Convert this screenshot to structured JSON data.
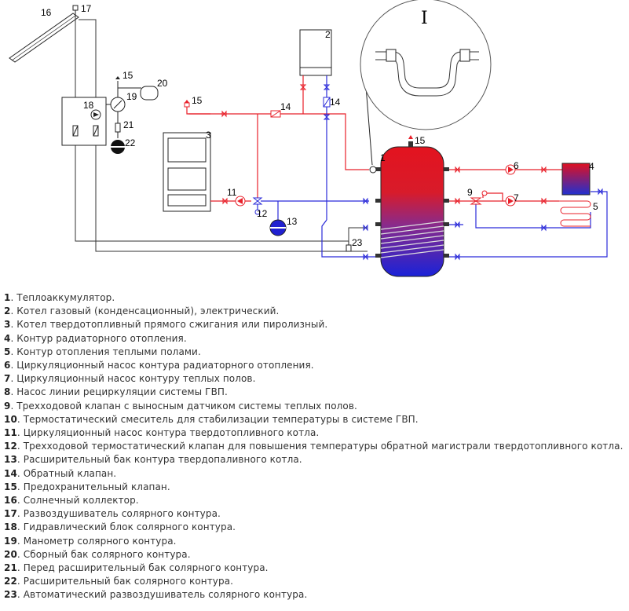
{
  "diagram": {
    "labels": {
      "n1": "1",
      "n2": "2",
      "n3": "3",
      "n4": "4",
      "n5": "5",
      "n6": "6",
      "n7": "7",
      "n9": "9",
      "n11": "11",
      "n12": "12",
      "n13": "13",
      "n14a": "14",
      "n14b": "14",
      "n15a": "15",
      "n15b": "15",
      "n15c": "15",
      "n16": "16",
      "n17": "17",
      "n18": "18",
      "n19": "19",
      "n20": "20",
      "n21": "21",
      "n22": "22",
      "n23": "23",
      "detail": "I"
    },
    "colors": {
      "hot": "#e8202a",
      "cold": "#2b2bd9",
      "line": "#333333",
      "tank_top": "#e3131f",
      "tank_bottom": "#1a22d8"
    }
  },
  "legend": [
    {
      "num": "1",
      "text": ". Теплоаккумулятор."
    },
    {
      "num": "2",
      "text": ". Котел газовый (конденсационный), электрический."
    },
    {
      "num": "3",
      "text": ". Котел твердотопливный прямого сжигания или пиролизный."
    },
    {
      "num": "4",
      "text": ". Контур радиаторного отопления."
    },
    {
      "num": "5",
      "text": ". Контур отопления теплыми полами."
    },
    {
      "num": "6",
      "text": ". Циркуляционный насос контура радиаторного отопления."
    },
    {
      "num": "7",
      "text": ". Циркуляционный насос контуру теплых полов."
    },
    {
      "num": "8",
      "text": ". Насос линии рециркуляции системы ГВП."
    },
    {
      "num": "9",
      "text": ". Трехходовой клапан с выносным датчиком системы теплых полов."
    },
    {
      "num": "10",
      "text": ". Термостатический смеситель для стабилизации температуры в системе ГВП."
    },
    {
      "num": "11",
      "text": ". Циркуляционный насос контура твердотопливного котла."
    },
    {
      "num": "12",
      "text": ". Трехходовой термостатический клапан для повышения температуры обратной магистрали твердотопливного котла."
    },
    {
      "num": "13",
      "text": ". Расширительный бак контура твердопаливного котла."
    },
    {
      "num": "14",
      "text": ". Обратный клапан."
    },
    {
      "num": "15",
      "text": ". Предохранительный клапан."
    },
    {
      "num": "16",
      "text": ". Солнечный коллектор."
    },
    {
      "num": "17",
      "text": ". Развоздушиватель солярного контура."
    },
    {
      "num": "18",
      "text": ". Гидравлический блок солярного контура."
    },
    {
      "num": "19",
      "text": ". Манометр солярного контура."
    },
    {
      "num": "20",
      "text": ". Сборный бак солярного контура."
    },
    {
      "num": "21",
      "text": ". Перед расширительный бак солярного контура."
    },
    {
      "num": "22",
      "text": ". Расширительный бак солярного контура."
    },
    {
      "num": "23",
      "text": ". Автоматический развоздушиватель солярного контура."
    }
  ]
}
